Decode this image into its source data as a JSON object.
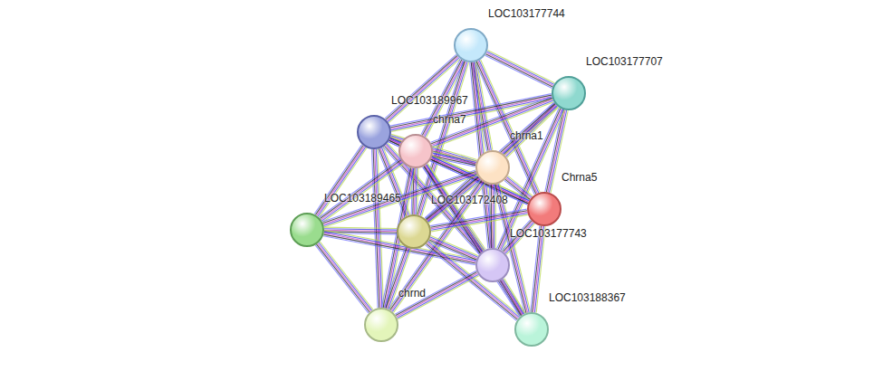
{
  "diagram": {
    "nodes": [
      {
        "text": [
          "LOC103177744"
        ]
      },
      {
        "text": [
          "LOC103177707"
        ]
      },
      {
        "text": [
          "LOC103189967"
        ]
      },
      {
        "text": [
          "chrna7"
        ]
      },
      {
        "text": [
          "chrna1"
        ]
      },
      {
        "text": [
          "Chrna5"
        ]
      },
      {
        "text": [
          "LOC103189465"
        ]
      },
      {
        "text": [
          "LOC103172408"
        ]
      },
      {
        "text": [
          "LOC103177743"
        ]
      },
      {
        "text": [
          "chrnd"
        ]
      },
      {
        "text": [
          "LOC103188367"
        ]
      }
    ],
    "edges": [
      {
        "from": 0,
        "to": 1,
        "arrow": "none"
      },
      {
        "from": 0,
        "to": 2,
        "arrow": "none"
      },
      {
        "from": 0,
        "to": 3,
        "arrow": "none"
      },
      {
        "from": 0,
        "to": 4,
        "arrow": "none"
      },
      {
        "from": 0,
        "to": 5,
        "arrow": "none"
      },
      {
        "from": 0,
        "to": 7,
        "arrow": "none"
      },
      {
        "from": 0,
        "to": 8,
        "arrow": "none"
      },
      {
        "from": 1,
        "to": 2,
        "arrow": "none"
      },
      {
        "from": 1,
        "to": 3,
        "arrow": "none"
      },
      {
        "from": 1,
        "to": 4,
        "arrow": "none"
      },
      {
        "from": 1,
        "to": 5,
        "arrow": "none"
      },
      {
        "from": 1,
        "to": 7,
        "arrow": "none"
      },
      {
        "from": 1,
        "to": 8,
        "arrow": "none"
      },
      {
        "from": 2,
        "to": 3,
        "arrow": "none"
      },
      {
        "from": 2,
        "to": 4,
        "arrow": "none"
      },
      {
        "from": 2,
        "to": 5,
        "arrow": "none"
      },
      {
        "from": 2,
        "to": 6,
        "arrow": "none"
      },
      {
        "from": 2,
        "to": 7,
        "arrow": "none"
      },
      {
        "from": 2,
        "to": 8,
        "arrow": "none"
      },
      {
        "from": 2,
        "to": 9,
        "arrow": "none"
      },
      {
        "from": 3,
        "to": 4,
        "arrow": "none"
      },
      {
        "from": 3,
        "to": 5,
        "arrow": "none"
      },
      {
        "from": 3,
        "to": 6,
        "arrow": "none"
      },
      {
        "from": 3,
        "to": 7,
        "arrow": "none"
      },
      {
        "from": 3,
        "to": 8,
        "arrow": "none"
      },
      {
        "from": 3,
        "to": 9,
        "arrow": "none"
      },
      {
        "from": 3,
        "to": 10,
        "arrow": "none"
      },
      {
        "from": 4,
        "to": 5,
        "arrow": "none"
      },
      {
        "from": 4,
        "to": 6,
        "arrow": "none"
      },
      {
        "from": 4,
        "to": 7,
        "arrow": "none"
      },
      {
        "from": 4,
        "to": 8,
        "arrow": "none"
      },
      {
        "from": 4,
        "to": 9,
        "arrow": "none"
      },
      {
        "from": 4,
        "to": 10,
        "arrow": "none"
      },
      {
        "from": 5,
        "to": 7,
        "arrow": "none"
      },
      {
        "from": 5,
        "to": 8,
        "arrow": "none"
      },
      {
        "from": 5,
        "to": 10,
        "arrow": "none"
      },
      {
        "from": 6,
        "to": 7,
        "arrow": "none"
      },
      {
        "from": 6,
        "to": 8,
        "arrow": "none"
      },
      {
        "from": 6,
        "to": 9,
        "arrow": "none"
      },
      {
        "from": 7,
        "to": 8,
        "arrow": "none"
      },
      {
        "from": 7,
        "to": 9,
        "arrow": "none"
      },
      {
        "from": 7,
        "to": 10,
        "arrow": "none"
      },
      {
        "from": 8,
        "to": 9,
        "arrow": "none"
      },
      {
        "from": 8,
        "to": 10,
        "arrow": "none"
      }
    ]
  }
}
